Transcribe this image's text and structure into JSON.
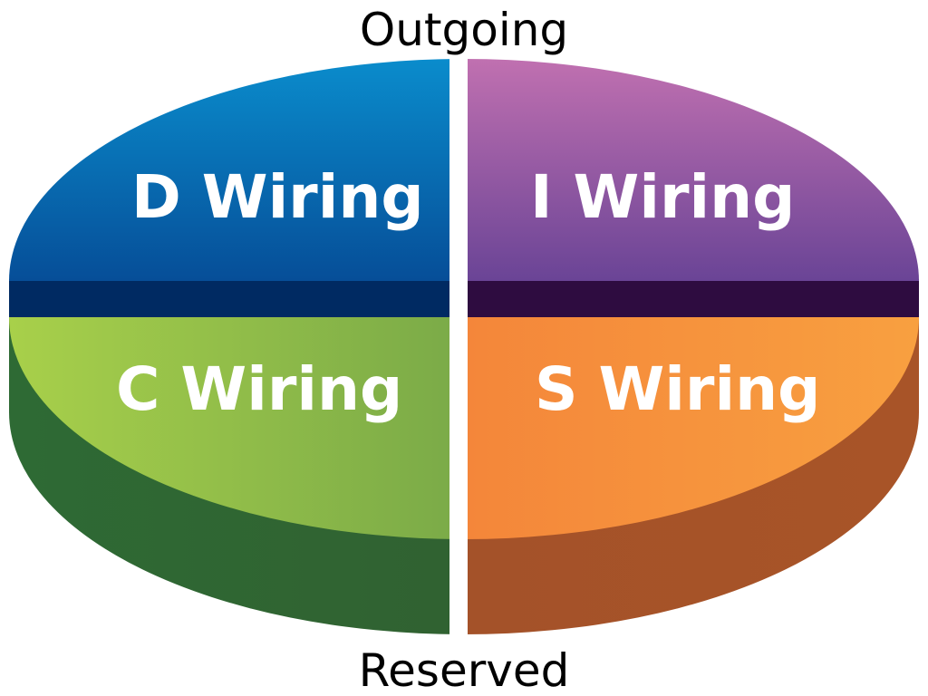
{
  "labels": {
    "top": "Outgoing",
    "bottom": "Reserved"
  },
  "quadrants": [
    {
      "id": "d",
      "label": "D Wiring",
      "color": "#0a5aa8"
    },
    {
      "id": "i",
      "label": "I Wiring",
      "color": "#9a5aa8"
    },
    {
      "id": "c",
      "label": "C Wiring",
      "color": "#7ab04a"
    },
    {
      "id": "s",
      "label": "S Wiring",
      "color": "#f4823c"
    }
  ]
}
